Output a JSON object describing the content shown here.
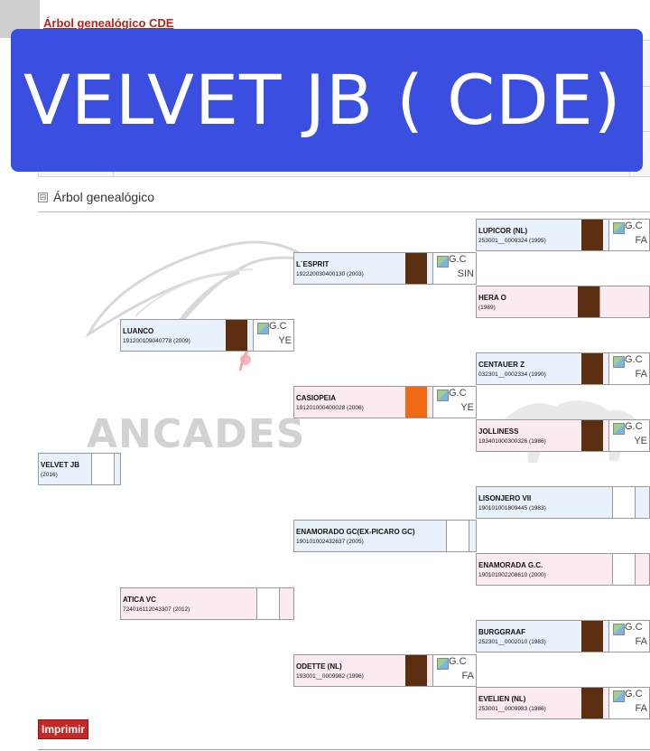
{
  "page": {
    "title": "Árbol genealógico CDE"
  },
  "banner": {
    "text": "VELVET JB ( CDE)"
  },
  "section": {
    "toggle_symbol": "⊟",
    "title": "Árbol genealógico"
  },
  "watermark": {
    "text": "ANCADES"
  },
  "colors": {
    "bay": "#5a2e0e",
    "chestnut": "#f06a16",
    "accent_red": "#b3261e",
    "banner_blue": "#3a4fe0",
    "male_bg": "#e9f2fb",
    "female_bg": "#fbeaee"
  },
  "pedigree": {
    "subject": {
      "name": "VELVET JB",
      "reg": "(2016)"
    },
    "sire": {
      "name": "LUANCO",
      "reg": "191200109040778 (2009)",
      "photo_top": "G.C",
      "photo_bottom": "YE"
    },
    "dam": {
      "name": "ATICA VC",
      "reg": "724016112043307 (2012)"
    },
    "sire_sire": {
      "name": "L´ESPRIT",
      "reg": "192220030400130 (2003)",
      "photo_top": "G.C",
      "photo_bottom": "SIN"
    },
    "sire_dam": {
      "name": "CASIOPEIA",
      "reg": "191201000400028 (2006)",
      "photo_top": "G.C",
      "photo_bottom": "YE"
    },
    "dam_sire": {
      "name": "ENAMORADO GC(EX-PICARO GC)",
      "reg": "190101002432637 (2005)"
    },
    "dam_dam": {
      "name": "ODETTE (NL)",
      "reg": "193001__0009982 (1996)",
      "photo_top": "G.C",
      "photo_bottom": "FA"
    },
    "ggp": [
      {
        "name": "LUPICOR (NL)",
        "reg": "253001__0009324 (1995)",
        "photo_top": "G.C",
        "photo_bottom": "FA"
      },
      {
        "name": "HERA O",
        "reg": "(1989)"
      },
      {
        "name": "CENTAUER Z",
        "reg": "032301__0002334 (1990)",
        "photo_top": "G.C",
        "photo_bottom": "FA"
      },
      {
        "name": "JOLLINESS",
        "reg": "193401000300326 (1986)",
        "photo_top": "G.C",
        "photo_bottom": "YE"
      },
      {
        "name": "LISONJERO VII",
        "reg": "190101001809445 (1983)"
      },
      {
        "name": "ENAMORADA G.C.",
        "reg": "190101002208610 (2000)"
      },
      {
        "name": "BURGGRAAF",
        "reg": "252301__0002010 (1983)",
        "photo_top": "G.C",
        "photo_bottom": "FA"
      },
      {
        "name": "EVELIEN (NL)",
        "reg": "253001__0009983 (1986)",
        "photo_top": "G.C",
        "photo_bottom": "FA"
      }
    ]
  },
  "actions": {
    "print_label": "Imprimir"
  }
}
